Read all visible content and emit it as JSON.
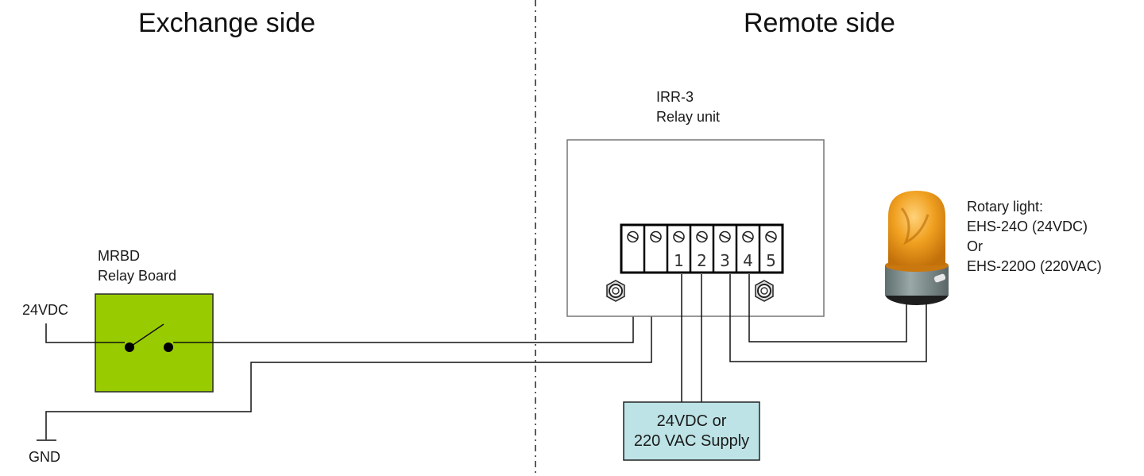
{
  "titles": {
    "exchange_side": "Exchange side",
    "remote_side": "Remote side"
  },
  "mrbd": {
    "line1": "MRBD",
    "line2": "Relay Board",
    "fill_color": "#99cc00"
  },
  "labels": {
    "vdc_input": "24VDC",
    "gnd": "GND"
  },
  "irr3": {
    "line1": "IRR-3",
    "line2": "Relay unit",
    "terminals": [
      "",
      "",
      "1",
      "2",
      "3",
      "4",
      "5"
    ]
  },
  "supply": {
    "line1": "24VDC or",
    "line2": "220 VAC Supply",
    "fill_color": "#bde3e6"
  },
  "rotary_light": {
    "line1": "Rotary light:",
    "line2": "EHS-24O (24VDC)",
    "line3": "Or",
    "line4": "EHS-220O (220VAC)",
    "dome_color": "#f0a020",
    "base_color": "#7f8f8f"
  }
}
